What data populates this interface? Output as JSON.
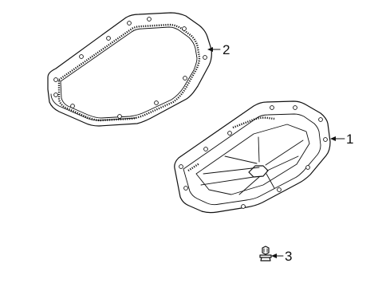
{
  "callouts": {
    "pan": "1",
    "gasket": "2",
    "bolt": "3"
  }
}
